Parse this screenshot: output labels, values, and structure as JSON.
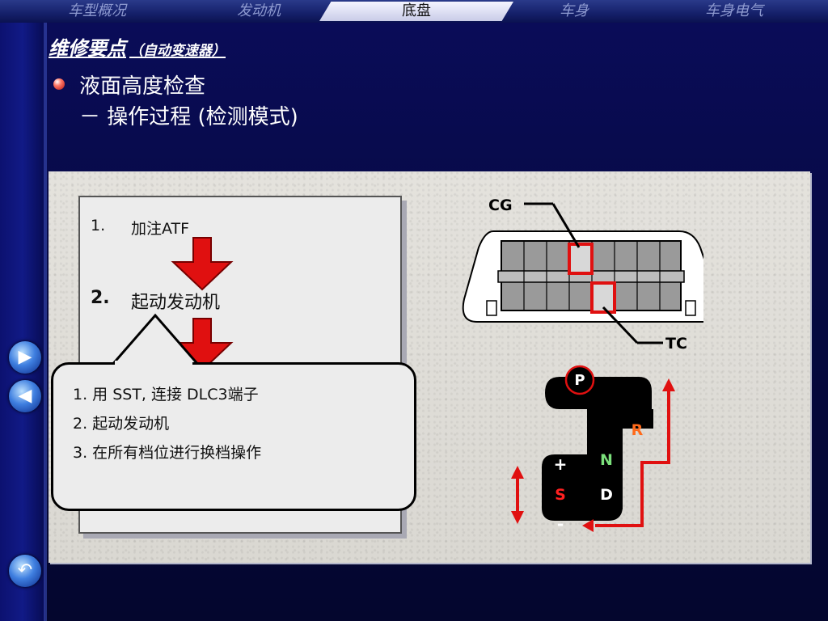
{
  "nav": {
    "tabs": [
      {
        "label": "车型概况"
      },
      {
        "label": "发动机"
      },
      {
        "label": "底盘"
      },
      {
        "label": "车身"
      },
      {
        "label": "车身电气"
      }
    ],
    "active_index": 2,
    "buttons": [
      "next-arrow",
      "back-arrow",
      "return-arrow"
    ]
  },
  "heading": {
    "title": "维修要点",
    "subtitle": "（自动变速器）"
  },
  "bullet": {
    "line1": "液面高度检查",
    "line2": "－ 操作过程 (检测模式)"
  },
  "steps": [
    {
      "num": "1.",
      "text": "加注ATF"
    },
    {
      "num": "2.",
      "text": "起动发动机"
    }
  ],
  "callout": {
    "items": [
      "1. 用 SST, 连接 DLC3端子",
      "2. 起动发动机",
      "3. 在所有档位进行换档操作"
    ]
  },
  "connector": {
    "cg_label": "CG",
    "tc_label": "TC"
  },
  "shifter": {
    "positions": [
      "P",
      "R",
      "N",
      "D",
      "S",
      "+",
      "-"
    ],
    "colors": {
      "P": "#ffffff",
      "R": "#ff6a1a",
      "N": "#7be07b",
      "D": "#ffffff",
      "S": "#ff2020",
      "+": "#ffffff",
      "-": "#ffffff"
    }
  },
  "colors": {
    "accent_red": "#e01010",
    "background_navy": "#070a45",
    "panel_grey": "#e0ded9"
  }
}
